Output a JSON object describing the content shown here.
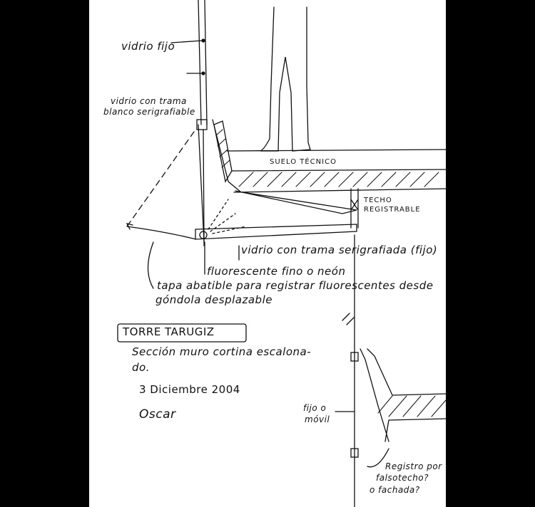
{
  "labels": {
    "vidrio_fijo": "vidrio fijo",
    "vidrio_trama_1": "vidrio con trama",
    "vidrio_trama_2": "blanco serigrafiable",
    "suelo_tecnico": "SUELO TÉCNICO",
    "techo_1": "TECHO",
    "techo_2": "REGISTRABLE",
    "vidrio_serigrafiada": "vidrio con trama serigrafiada (fijo)",
    "fluorescente": "fluorescente fino o neón",
    "tapa_1": "tapa abatible para registrar fluorescentes desde",
    "tapa_2": "góndola desplazable",
    "fijo_movil_1": "fijo o",
    "fijo_movil_2": "móvil",
    "registro_1": "Registro por",
    "registro_2": "falsotecho?",
    "registro_3": "o fachada?"
  },
  "title_block": {
    "project": "TORRE TARUGIZ",
    "desc_1": "Sección muro cortina escalona-",
    "desc_2": "do.",
    "date": "3 Diciembre 2004",
    "signature": "Oscar"
  }
}
